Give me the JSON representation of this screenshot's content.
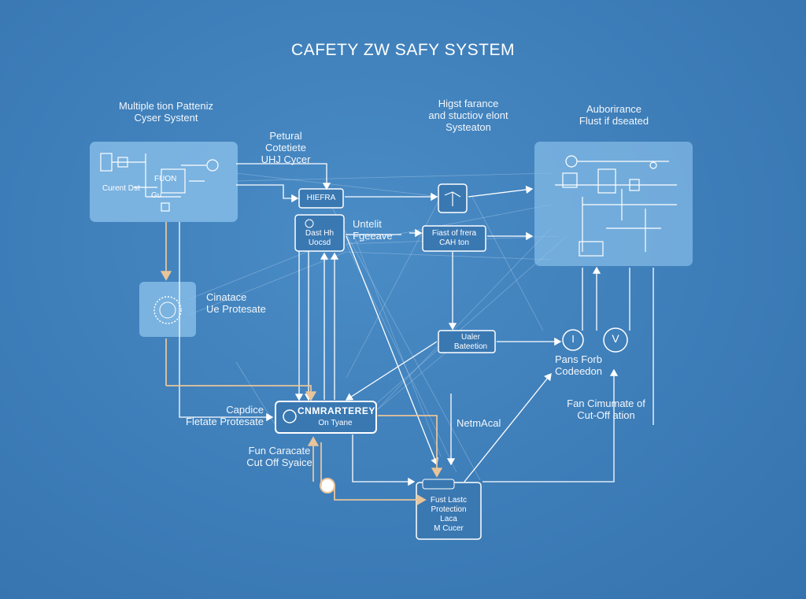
{
  "title": "CAFETY ZW SAFY SYSTEM",
  "labels": {
    "multiple_system": [
      "Multiple tion Patteniz",
      "Cyser Systent"
    ],
    "petural": [
      "Petural",
      "Cotetiete",
      "UHJ Cycer"
    ],
    "high_resistance": [
      "Higst farance",
      "and stuctiov elont",
      "Systeaton"
    ],
    "auborinance": [
      "Auborirance",
      "Flust if dseated"
    ],
    "untelit": [
      "Untelit",
      "Fgeeave"
    ],
    "cinatace": [
      "Cinatace",
      "Ue Protesate"
    ],
    "pans_forb": [
      "Pans Forb",
      "Codeedon"
    ],
    "fan_cimumate": [
      "Fan Cimumate of",
      "Cut-Off ation"
    ],
    "capdice": [
      "Capdice",
      "Fletate Protesate"
    ],
    "netmacal": "NetmAcal",
    "fun_caracate": [
      "Fun Caracate",
      "Cut Off Syaice"
    ]
  },
  "boxes": {
    "left_panel": {
      "text_1": "FUON",
      "text_2": "Curent Dst",
      "text_3": "Gu"
    },
    "hefra": "HIEFRA",
    "mid_small": [
      "Dast",
      "Uocsd",
      "Hh"
    ],
    "flust_box": [
      "Fiast of frera",
      "CAH ton"
    ],
    "ualer_box": [
      "Ualer",
      "Bateetion"
    ],
    "central": {
      "title": "CNMRARTEREY",
      "sub": "On  Tyane"
    },
    "bottom": [
      "Fust Lastc",
      "Protection",
      "Laca",
      "M Cucer"
    ],
    "meter_1": "I",
    "meter_2": "V"
  },
  "colors": {
    "background": "#3f7fb9",
    "panel_fill": "#8ec3ec",
    "line": "#ffffff",
    "accent_line": "#e8c49a"
  }
}
